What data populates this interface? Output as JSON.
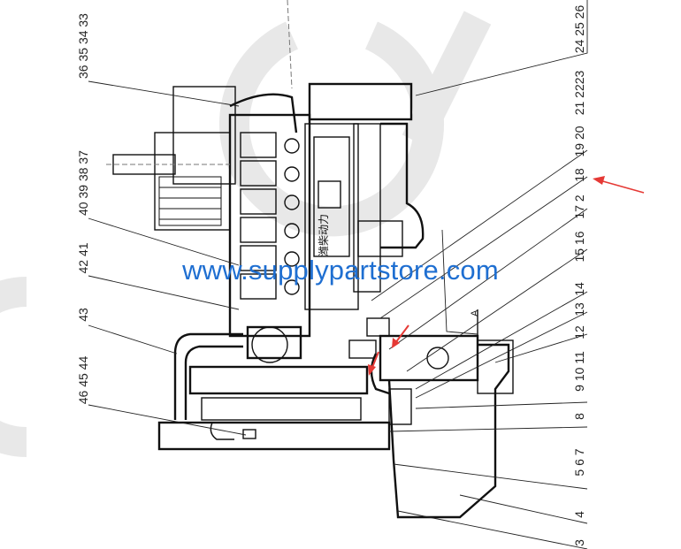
{
  "diagram": {
    "engine_brand_text": "潍柴动力",
    "watermark": "www.supplypartstore.com",
    "view_marker": "A",
    "left_callouts": [
      "36 35 34 33",
      "40 39 38 37",
      "42 41",
      "43",
      "46 45 44"
    ],
    "right_callouts": [
      "24 25 26",
      "21 2223",
      "19 20",
      "18",
      "17 2",
      "15 16",
      "14",
      "13",
      "12",
      "9 10 11",
      "8",
      "5 6 7",
      "4",
      "3"
    ],
    "colors": {
      "highlight_arrow": "#e53935",
      "watermark": "#1f6fd1",
      "background_watermark": "#e6e6e6"
    }
  }
}
